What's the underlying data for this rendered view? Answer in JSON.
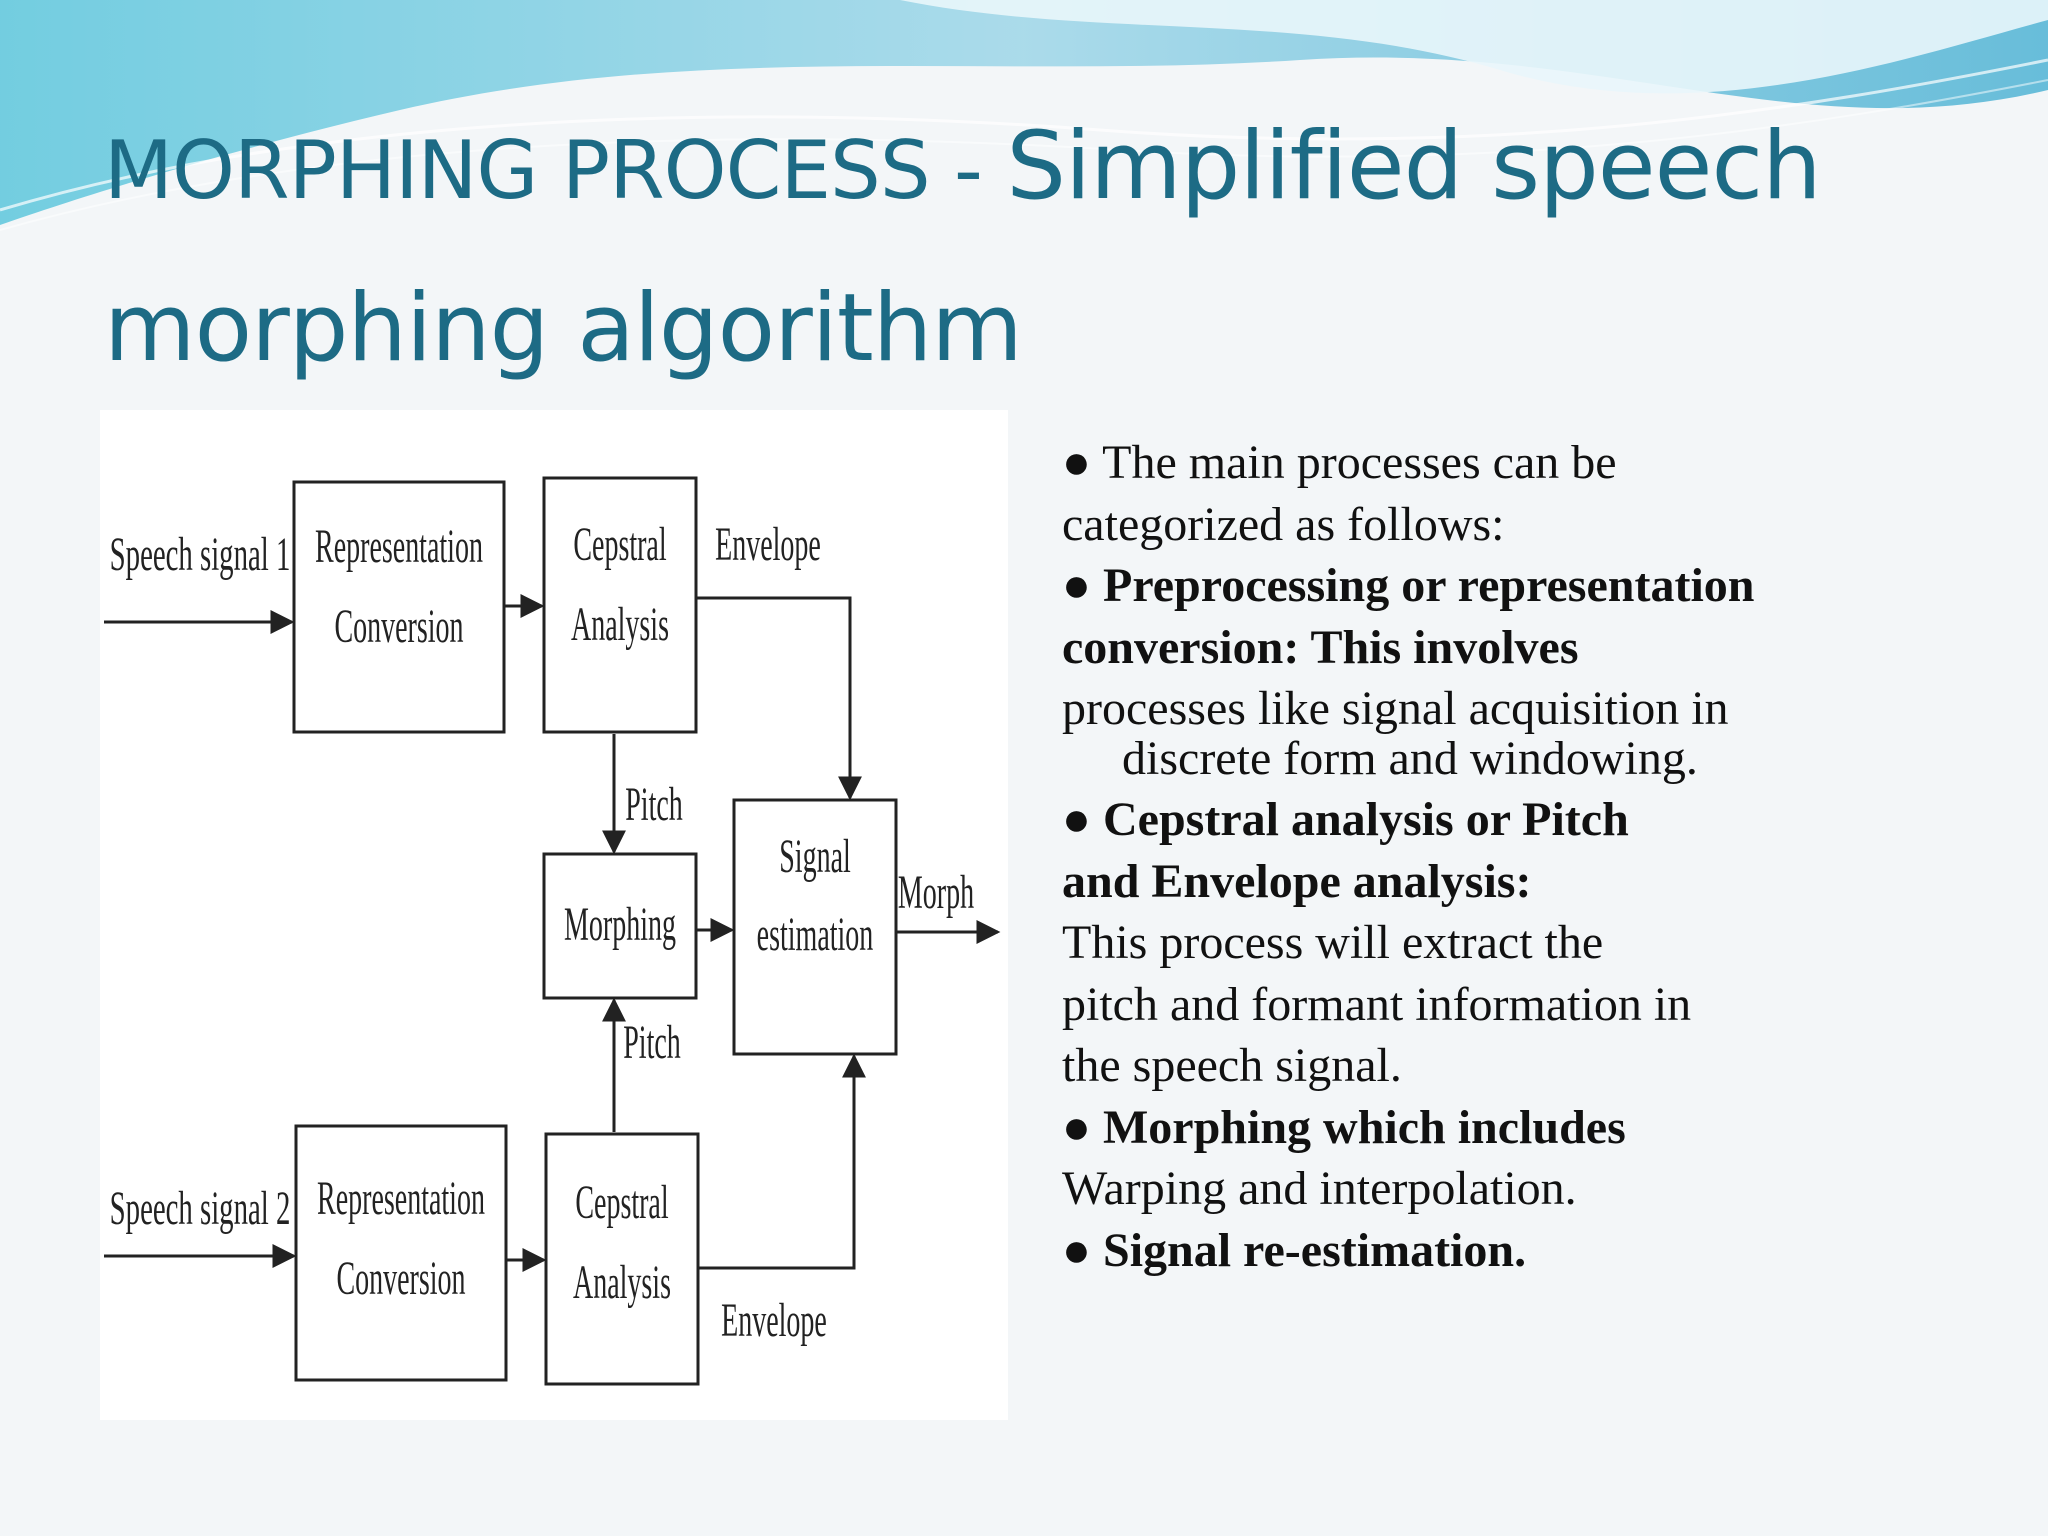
{
  "slide": {
    "title_part1": "MORPHING PROCESS - ",
    "title_part2": "Simplified speech",
    "title_line2": "morphing algorithm"
  },
  "diagram": {
    "input1": "Speech signal 1",
    "input2": "Speech signal 2",
    "rep1_a": "Representation",
    "rep1_b": "Conversion",
    "rep2_a": "Representation",
    "rep2_b": "Conversion",
    "cep1_a": "Cepstral",
    "cep1_b": "Analysis",
    "cep2_a": "Cepstral",
    "cep2_b": "Analysis",
    "envelope1": "Envelope",
    "envelope2": "Envelope",
    "pitch1": "Pitch",
    "pitch2": "Pitch",
    "morphing": "Morphing",
    "signal_a": "Signal",
    "signal_b": "estimation",
    "output": "Morph"
  },
  "notes": [
    {
      "text": "● The main processes can be",
      "bold": false
    },
    {
      "text": "categorized as follows:",
      "bold": false
    },
    {
      "text": "● Preprocessing or representation",
      "bold": true
    },
    {
      "text": "conversion: This involves",
      "bold": true
    },
    {
      "text": "processes like signal acquisition in",
      "bold": false
    },
    {
      "text": "discrete form and windowing.",
      "bold": false,
      "indent": true
    },
    {
      "text": "● Cepstral analysis or Pitch",
      "bold": true
    },
    {
      "text": "and Envelope analysis:",
      "bold": true
    },
    {
      "text": "This process will extract the",
      "bold": false
    },
    {
      "text": "pitch and formant information in",
      "bold": false
    },
    {
      "text": "the speech signal.",
      "bold": false
    },
    {
      "text": "● Morphing which includes",
      "bold": true
    },
    {
      "text": "Warping and interpolation.",
      "bold": false
    },
    {
      "text": "● Signal re-estimation.",
      "bold": true
    }
  ]
}
